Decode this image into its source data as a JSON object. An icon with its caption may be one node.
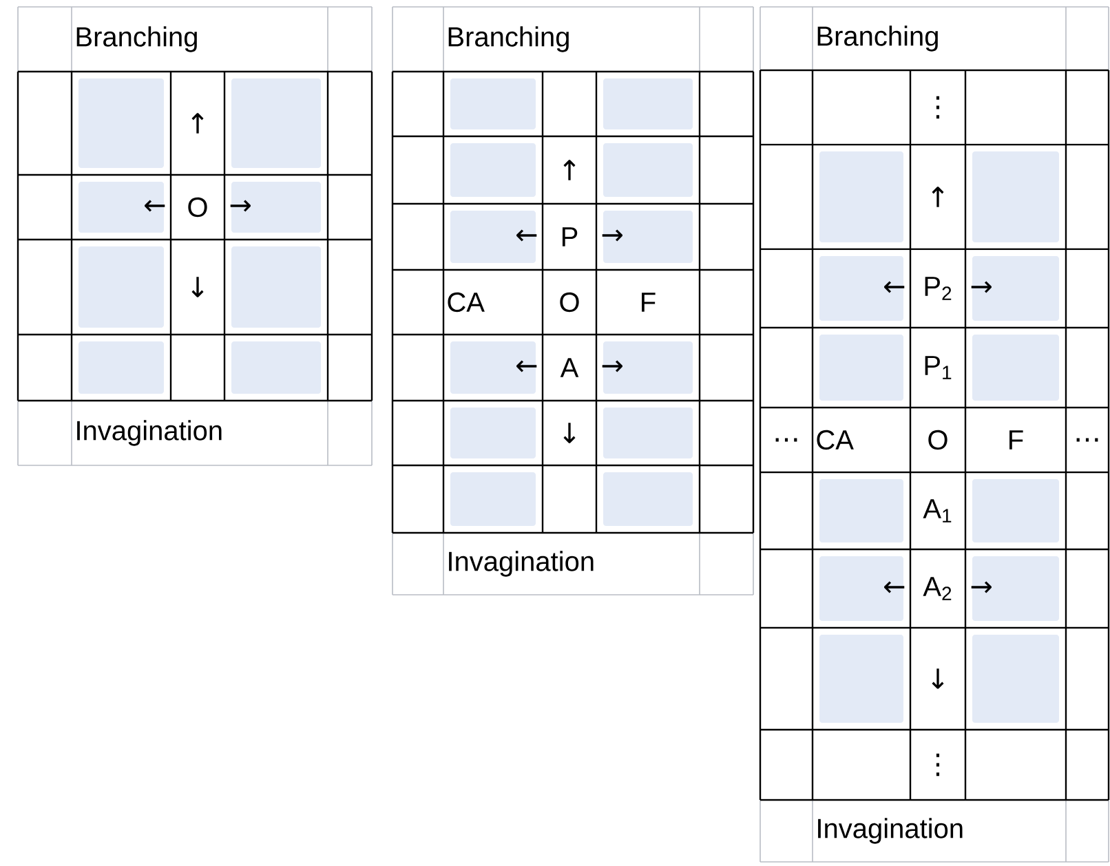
{
  "diagram": {
    "labels": [
      "Branching",
      "↑",
      "←",
      "O",
      "→",
      "↓",
      "Invagination",
      "Branching",
      "↑",
      "←",
      "P",
      "→",
      "CA",
      "O",
      "F",
      "←",
      "A",
      "→",
      "↓",
      "Invagination",
      "Branching",
      "⋮",
      "↑",
      "←",
      "P$_{2}$",
      "→",
      "P$_{1}$",
      "…",
      "CA",
      "O",
      "F",
      "…",
      "A$_{1}$",
      "←",
      "A$_{2}$",
      "→",
      "↓",
      "⋮",
      "Invagination"
    ]
  }
}
